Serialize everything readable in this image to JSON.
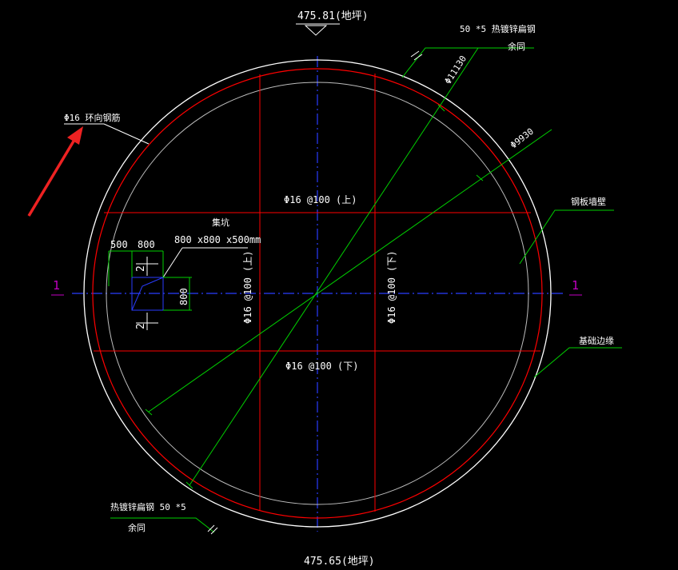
{
  "drawing": {
    "top_elevation": "475.81(地坪)",
    "bottom_elevation": "475.65(地坪)",
    "dim_outer_diameter": "Φ11130",
    "dim_inner_diameter": "Φ9930",
    "label_flat_steel_top_1": "50 *5  热镀锌扁钢",
    "label_flat_steel_top_2": "余同",
    "label_flat_steel_bottom_1": "热镀锌扁钢 50 *5",
    "label_flat_steel_bottom_2": "余同",
    "label_ring_rebar": "Φ16 环向钢筋",
    "label_steel_wall": "钢板墙壁",
    "label_foundation_edge": "基础边缘",
    "label_rebar_top": "Φ16 @100 (上)",
    "label_rebar_bottom": "Φ16 @100 (下)",
    "label_rebar_left_vertical": "Φ16 @100 (上)",
    "label_rebar_right_vertical": "Φ16 @100 (下)",
    "label_sump": "集坑",
    "sump_dim_500": "500",
    "sump_dim_800_h": "800",
    "sump_dim_800_v": "800",
    "sump_size": "800 x800 x500mm",
    "section_mark": "2",
    "axis_left": "1",
    "axis_right": "1"
  },
  "colors": {
    "white": "#ffffff",
    "red": "#ff0000",
    "green": "#00d000",
    "blue": "#2a3cff",
    "magenta": "#c300c3",
    "gray": "#bdbdbd",
    "annotation_arrow": "#ee2222"
  }
}
